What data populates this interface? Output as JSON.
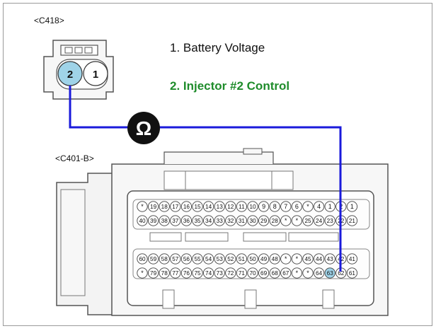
{
  "labels": {
    "connector_top": "<C418>",
    "connector_bottom": "<C401-B>"
  },
  "legend": {
    "item1": "1. Battery Voltage",
    "item2": "2. Injector #2 Control"
  },
  "meter_symbol": "Ω",
  "c418_pins": [
    "2",
    "1"
  ],
  "c401_rows": [
    [
      "*",
      "19",
      "18",
      "17",
      "16",
      "15",
      "14",
      "13",
      "12",
      "11",
      "10",
      "9",
      "8",
      "7",
      "6",
      "*",
      "4",
      "1",
      "2",
      "1"
    ],
    [
      "40",
      "39",
      "38",
      "37",
      "36",
      "35",
      "34",
      "33",
      "32",
      "31",
      "30",
      "29",
      "28",
      "*",
      "*",
      "25",
      "24",
      "23",
      "22",
      "21"
    ],
    [
      "60",
      "59",
      "58",
      "57",
      "56",
      "55",
      "54",
      "53",
      "52",
      "51",
      "50",
      "49",
      "48",
      "*",
      "*",
      "45",
      "44",
      "43",
      "42",
      "41"
    ],
    [
      "*",
      "79",
      "78",
      "77",
      "76",
      "75",
      "74",
      "73",
      "72",
      "71",
      "70",
      "69",
      "68",
      "67",
      "*",
      "*",
      "64",
      "63",
      "62",
      "61"
    ]
  ],
  "colors": {
    "wire": "#1a1adb",
    "highlight_pin": "#9fd3e8",
    "legend_highlight": "#1f8c2b"
  }
}
